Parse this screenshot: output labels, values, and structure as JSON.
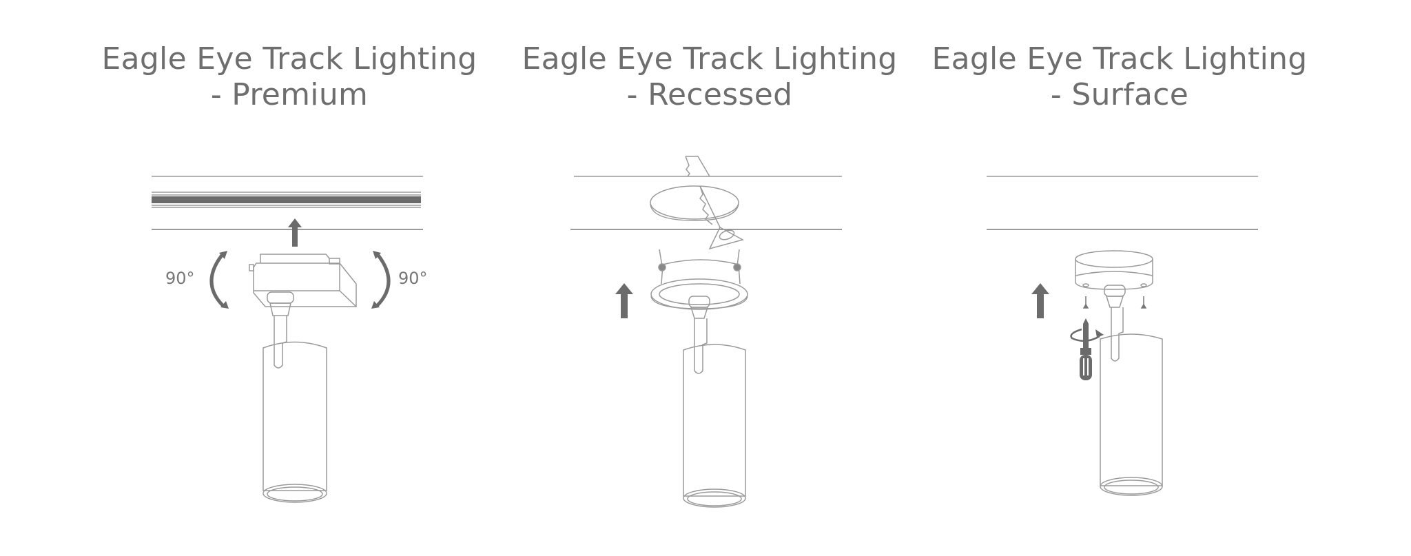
{
  "panels": [
    {
      "title_line1": "Eagle Eye Track Lighting",
      "title_line2": "- Premium",
      "type": "track-adapter",
      "rotation_labels": [
        "90°",
        "90°"
      ]
    },
    {
      "title_line1": "Eagle Eye Track Lighting",
      "title_line2": "- Recessed",
      "type": "recessed-mount"
    },
    {
      "title_line1": "Eagle Eye Track Lighting",
      "title_line2": "- Surface",
      "type": "surface-mount"
    }
  ],
  "colors": {
    "text": "#6e6e6e",
    "line": "#8a8a8a",
    "arrow": "#6b6b6b",
    "background": "#ffffff"
  }
}
